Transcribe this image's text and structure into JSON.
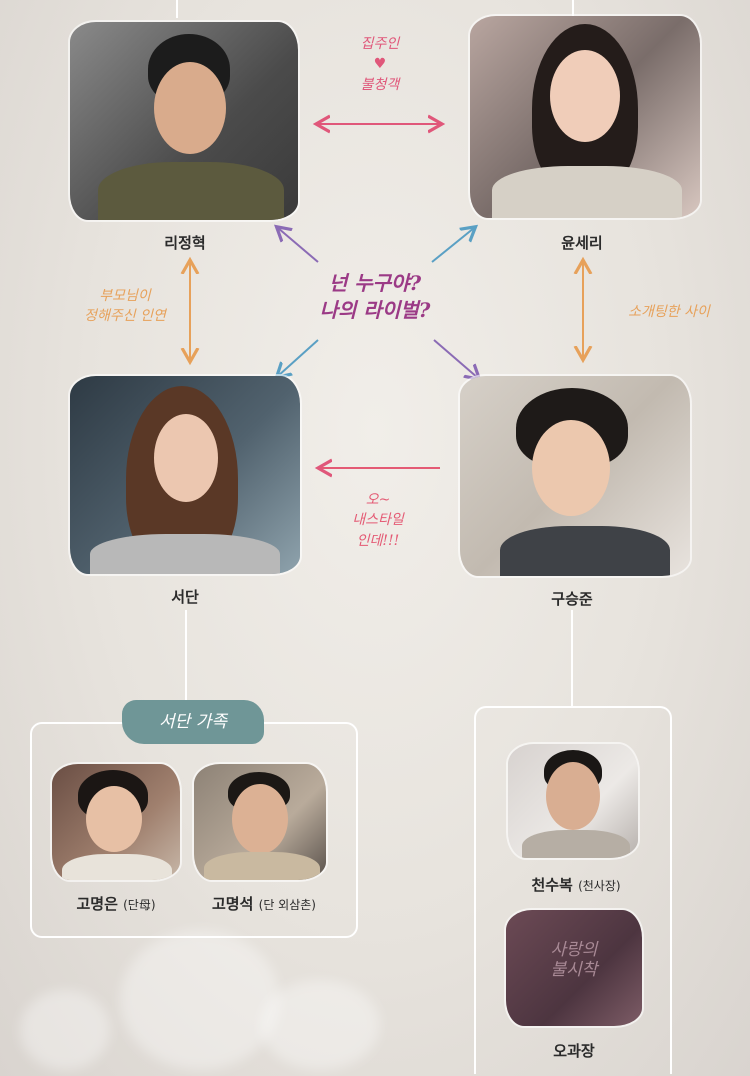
{
  "main_characters": {
    "ri_jeonghyeok": "리정혁",
    "yoon_seri": "윤세리",
    "seo_dan": "서단",
    "gu_seungjun": "구승준"
  },
  "relations": {
    "top": [
      "집주인",
      "♥",
      "불청객"
    ],
    "left": [
      "부모님이",
      "정해주신 인연"
    ],
    "right": "소개팅한 사이",
    "center": [
      "넌 누구야?",
      "나의 라이벌?"
    ],
    "bottom": [
      "오~",
      "내스타일",
      "인데!!!"
    ]
  },
  "seodan_family": {
    "tag": "서단 가족",
    "members": [
      {
        "name": "고명은",
        "role": "(단母)"
      },
      {
        "name": "고명석",
        "role": "(단 외삼촌)"
      }
    ]
  },
  "gu_side": {
    "members": [
      {
        "name": "천수복",
        "role": "(천사장)"
      },
      {
        "name": "오과장",
        "role": ""
      }
    ],
    "logo_text": [
      "사랑의",
      "불시착"
    ]
  },
  "colors": {
    "top_arrow": "#e0577a",
    "purple_arrow": "#8b6bb5",
    "blue_arrow": "#5aa0c4",
    "orange_arrow": "#e7a15a",
    "pink_arrow": "#e45a74",
    "tag_bg": "#6f9697"
  }
}
